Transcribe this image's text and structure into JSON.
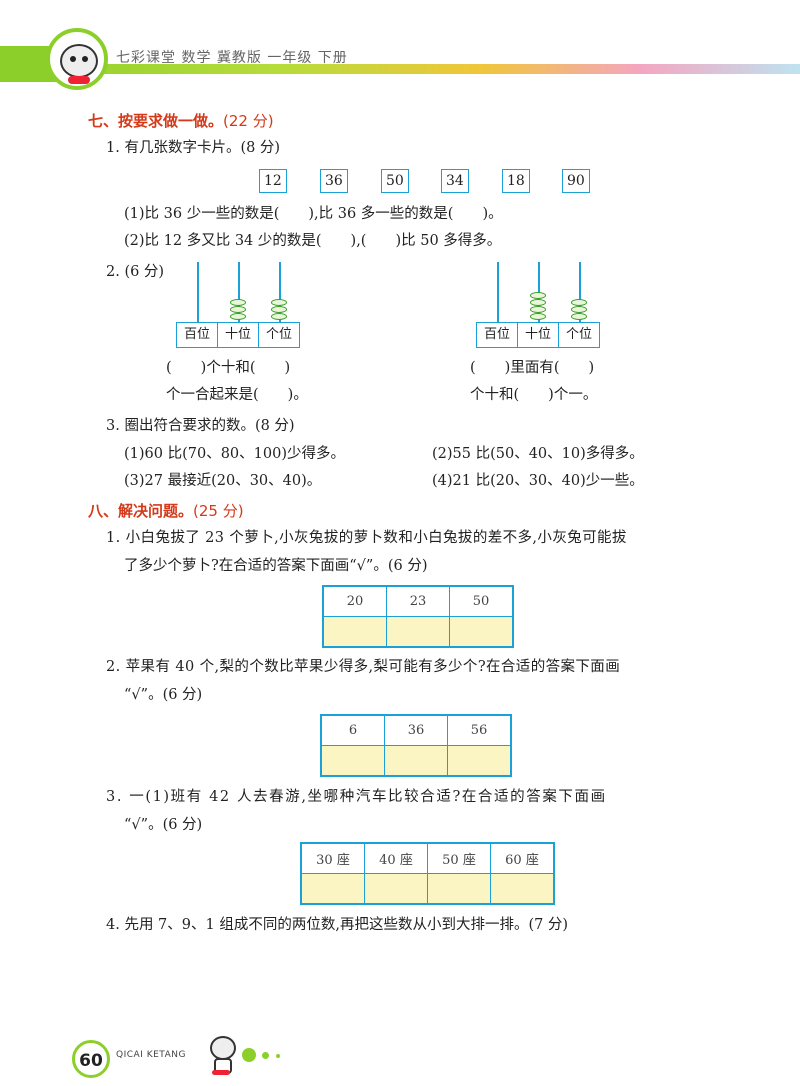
{
  "header": {
    "title": "七彩课堂  数学  冀教版  一年级  下册"
  },
  "section7": {
    "title": "七、按要求做一做。",
    "points": "(22 分)",
    "q1": {
      "title": "1. 有几张数字卡片。(8 分)",
      "cards": [
        "12",
        "36",
        "50",
        "34",
        "18",
        "90"
      ],
      "line1": "(1)比 36 少一些的数是(　　),比 36 多一些的数是(　　)。",
      "line2": "(2)比 12 多又比 34 少的数是(　　),(　　)比 50 多得多。"
    },
    "q2": {
      "title": "2. (6 分)",
      "labels": [
        "百位",
        "十位",
        "个位"
      ],
      "left_a": "(　　)个十和(　　)",
      "left_b": "个一合起来是(　　)。",
      "right_a": "(　　)里面有(　　)",
      "right_b": "个十和(　　)个一。"
    },
    "q3": {
      "title": "3. 圈出符合要求的数。(8 分)",
      "items": [
        "(1)60 比(70、80、100)少得多。",
        "(2)55 比(50、40、10)多得多。",
        "(3)27 最接近(20、30、40)。",
        "(4)21 比(20、30、40)少一些。"
      ]
    }
  },
  "section8": {
    "title": "八、解决问题。",
    "points": "(25 分)",
    "q1": {
      "line1": "1. 小白兔拔了 23 个萝卜,小灰兔拔的萝卜数和小白兔拔的差不多,小灰兔可能拔",
      "line2": "了多少个萝卜?在合适的答案下面画“√”。(6 分)",
      "options": [
        "20",
        "23",
        "50"
      ]
    },
    "q2": {
      "line1": "2. 苹果有 40 个,梨的个数比苹果少得多,梨可能有多少个?在合适的答案下面画",
      "line2": "“√”。(6 分)",
      "options": [
        "6",
        "36",
        "56"
      ]
    },
    "q3": {
      "line1": "3. 一(1)班有 42 人去春游,坐哪种汽车比较合适?在合适的答案下面画",
      "line2": "“√”。(6 分)",
      "options": [
        "30 座",
        "40 座",
        "50 座",
        "60 座"
      ]
    },
    "q4": {
      "line1": "4. 先用 7、9、1 组成不同的两位数,再把这些数从小到大排一排。(7 分)"
    }
  },
  "footer": {
    "page_number": "60",
    "text": "QICAI KETANG"
  }
}
